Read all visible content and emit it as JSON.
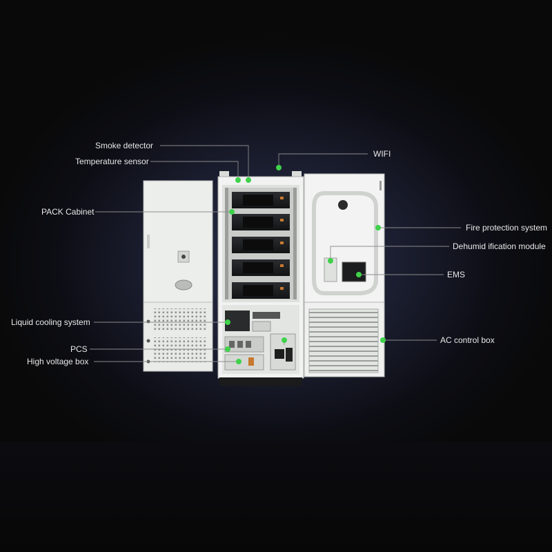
{
  "labels": {
    "smoke_detector": "Smoke detector",
    "temperature_sensor": "Temperature sensor",
    "wifi": "WIFI",
    "pack_cabinet": "PACK Cabinet",
    "fire_protection": "Fire protection system",
    "dehumidification": "Dehumid ification module",
    "ems": "EMS",
    "liquid_cooling": "Liquid cooling system",
    "ac_control_box": "AC control box",
    "pcs": "PCS",
    "high_voltage_box": "High voltage box"
  },
  "colors": {
    "marker": "#3fd24a",
    "leader_line": "#8c8c8c",
    "cabinet_body": "#eef0ee",
    "label_text": "#e9e9e9"
  }
}
